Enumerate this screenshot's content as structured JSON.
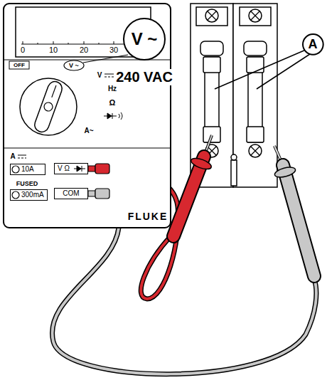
{
  "diagram": {
    "nodes": [
      {
        "text": [
          "V ~"
        ]
      },
      {
        "text": [
          "A"
        ]
      },
      {
        "text": [
          "10A"
        ]
      },
      {
        "text": [
          "V Ω"
        ]
      },
      {
        "text": [
          "300mA"
        ]
      },
      {
        "text": [
          "COM"
        ]
      }
    ],
    "labels": [
      "0",
      "10",
      "20",
      "30",
      "OFF",
      "V ~",
      "V",
      "Hz",
      "Ω",
      "A",
      "A~",
      "FUSED",
      "FLUKE",
      "240 VAC"
    ]
  }
}
